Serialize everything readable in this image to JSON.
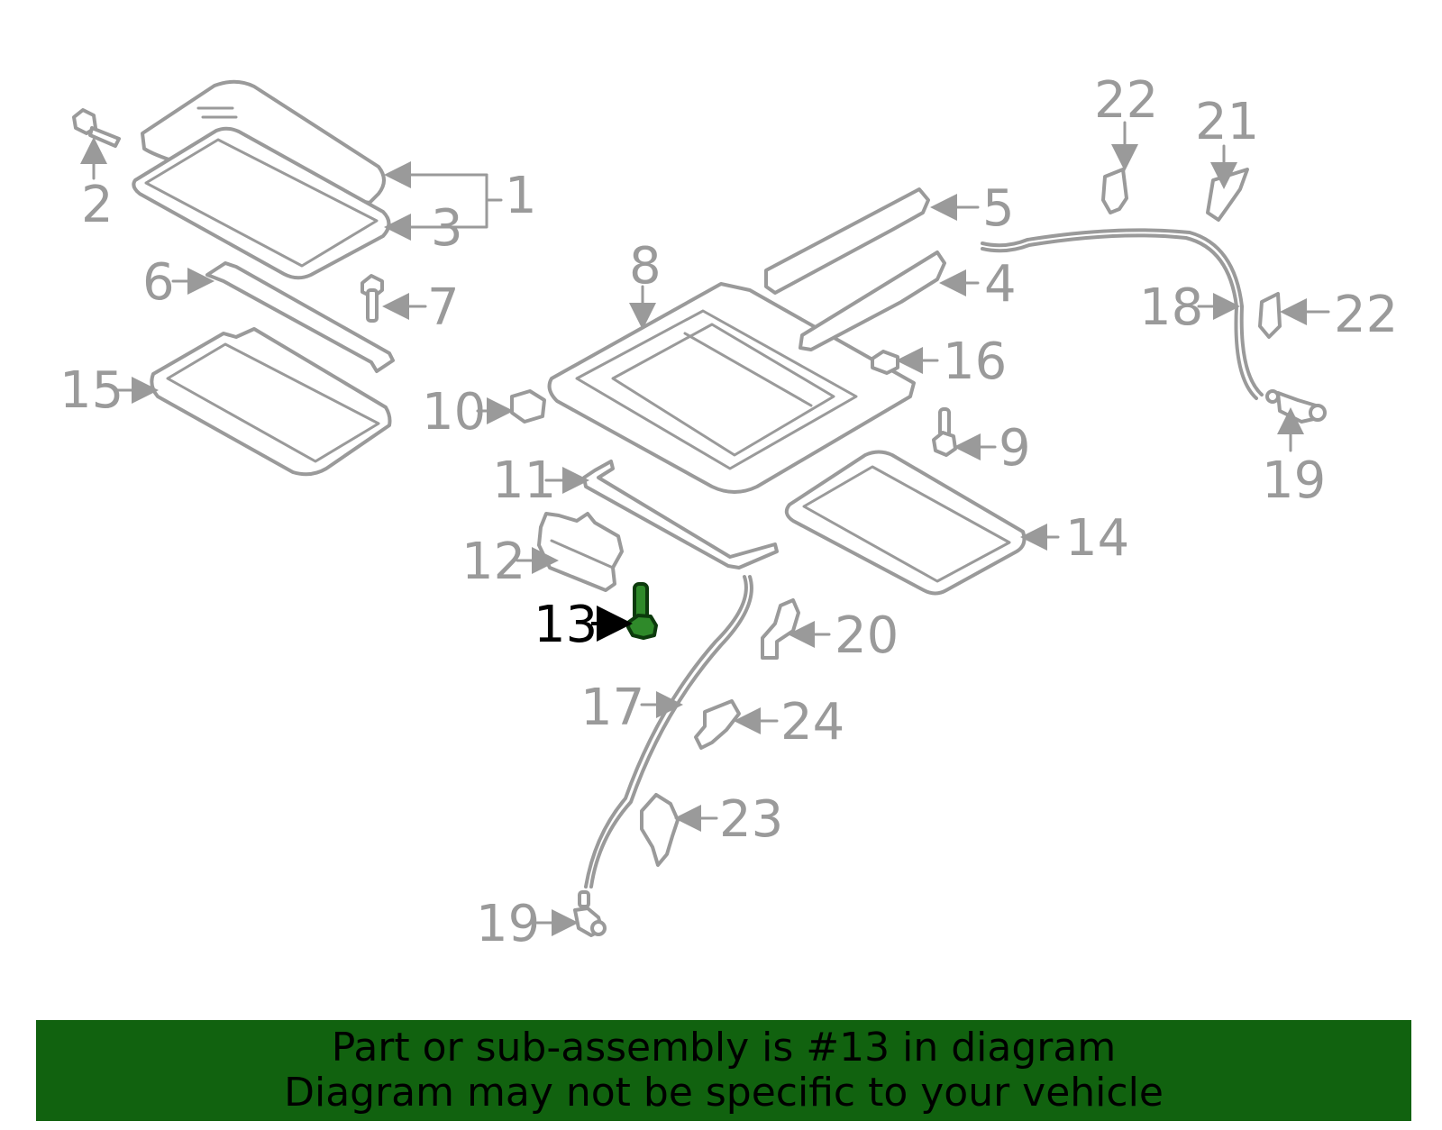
{
  "highlighted_part": "13",
  "callouts": [
    "1",
    "2",
    "3",
    "4",
    "5",
    "6",
    "7",
    "8",
    "9",
    "10",
    "11",
    "12",
    "13",
    "14",
    "15",
    "16",
    "17",
    "18",
    "19",
    "19",
    "20",
    "21",
    "22",
    "22",
    "23",
    "24"
  ],
  "colors": {
    "parts": "#9a9a9a",
    "highlight_fill": "#2f8a2a",
    "highlight_label": "#000000",
    "banner_bg": "#11620f"
  },
  "banner": {
    "line1": "Part or sub-assembly is #13 in diagram",
    "line2": "Diagram may not be specific to your vehicle"
  }
}
